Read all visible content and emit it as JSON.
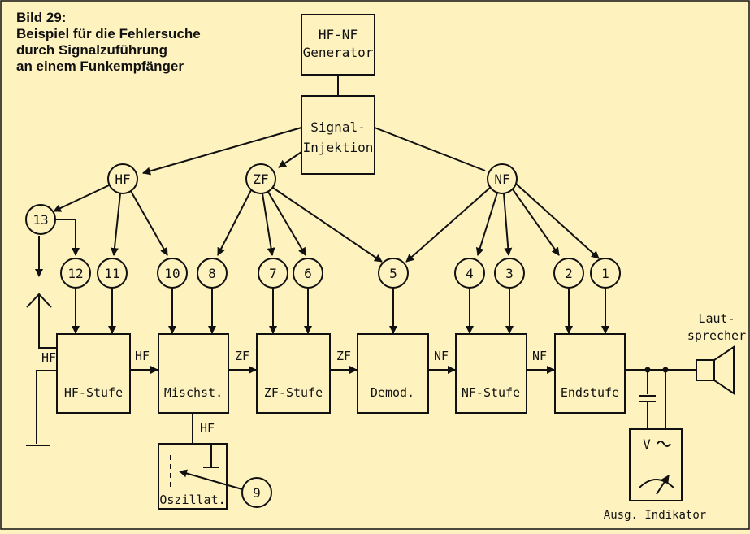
{
  "caption": {
    "title": "Bild 29:",
    "line1": "Beispiel für die Fehlersuche",
    "line2": "durch Signalzuführung",
    "line3": "an einem Funkempfänger"
  },
  "generator": {
    "line1": "HF-NF",
    "line2": "Generator"
  },
  "injection": {
    "line1": "Signal-",
    "line2": "Injektion"
  },
  "hubs": {
    "hf": "HF",
    "zf": "ZF",
    "nf": "NF"
  },
  "points": {
    "p1": "1",
    "p2": "2",
    "p3": "3",
    "p4": "4",
    "p5": "5",
    "p6": "6",
    "p7": "7",
    "p8": "8",
    "p9": "9",
    "p10": "10",
    "p11": "11",
    "p12": "12",
    "p13": "13"
  },
  "stages": {
    "hf": "HF-Stufe",
    "mix": "Mischst.",
    "zf": "ZF-Stufe",
    "demod": "Demod.",
    "nf": "NF-Stufe",
    "end": "Endstufe",
    "osc": "Oszillat."
  },
  "signals": {
    "antenna": "HF",
    "hf_to_mix": "HF",
    "mix_to_zf": "ZF",
    "zf_to_demod": "ZF",
    "demod_to_nf": "NF",
    "nf_to_end": "NF",
    "osc_link": "HF"
  },
  "speaker": {
    "line1": "Laut-",
    "line2": "sprecher"
  },
  "meter": {
    "symbol": "V",
    "label": "Ausg. Indikator"
  }
}
